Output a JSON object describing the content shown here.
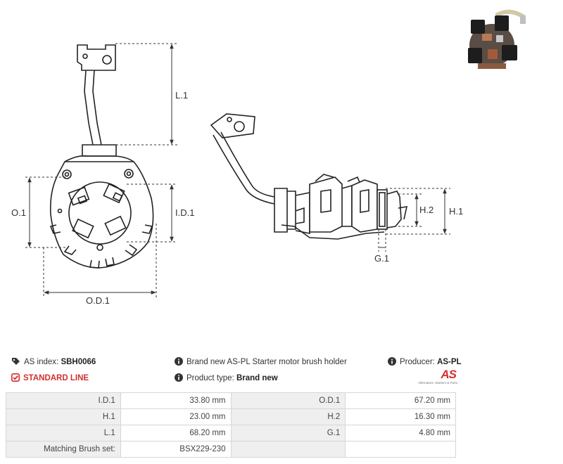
{
  "dimension_labels": {
    "l1": "L.1",
    "o1": "O.1",
    "id1": "I.D.1",
    "od1": "O.D.1",
    "h1": "H.1",
    "h2": "H.2",
    "g1": "G.1"
  },
  "product": {
    "as_index_label": "AS index:",
    "as_index_value": "SBH0066",
    "description": "Brand new AS-PL Starter motor brush holder",
    "producer_label": "Producer:",
    "producer_value": "AS-PL",
    "standard_line": "STANDARD LINE",
    "product_type_label": "Product type:",
    "product_type_value": "Brand new"
  },
  "logo": {
    "mark": "AS",
    "tagline": "Alternators, Starters & Parts"
  },
  "specs": {
    "r1": {
      "label_a": "I.D.1",
      "value_a": "33.80 mm",
      "label_b": "O.D.1",
      "value_b": "67.20 mm"
    },
    "r2": {
      "label_a": "H.1",
      "value_a": "23.00 mm",
      "label_b": "H.2",
      "value_b": "16.30 mm"
    },
    "r3": {
      "label_a": "L.1",
      "value_a": "68.20 mm",
      "label_b": "G.1",
      "value_b": "4.80 mm"
    },
    "r4": {
      "label_a": "Matching Brush set:",
      "value_a": "BSX229-230"
    }
  },
  "colors": {
    "accent_red": "#d32f2f",
    "label_cell_bg": "#efefef",
    "border": "#d6d6d6"
  },
  "icons": {
    "tag": "tag-icon",
    "info": "info-icon",
    "check": "check-badge-icon"
  }
}
